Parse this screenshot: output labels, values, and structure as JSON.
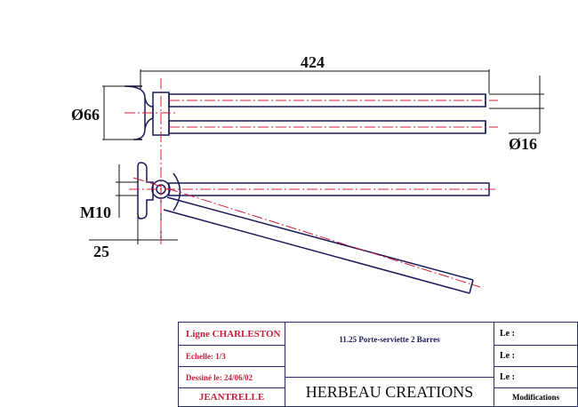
{
  "dimensions": {
    "length": "424",
    "plate_diameter": "Ø66",
    "bar_diameter": "Ø16",
    "thread": "M10",
    "offset": "25"
  },
  "title_block": {
    "line": "Ligne  CHARLESTON",
    "scale": "Echelle:  1/3",
    "drawn": "Dessiné le:  24/06/02",
    "author": "JEANTRELLE",
    "product": "11.25 Porte-serviette 2 Barres",
    "company": "HERBEAU CREATIONS",
    "le": [
      "Le :",
      "Le :",
      "Le :"
    ],
    "modifications": "Modifications"
  },
  "colors": {
    "line": "#1a1a5a",
    "center": "#d0203a"
  }
}
